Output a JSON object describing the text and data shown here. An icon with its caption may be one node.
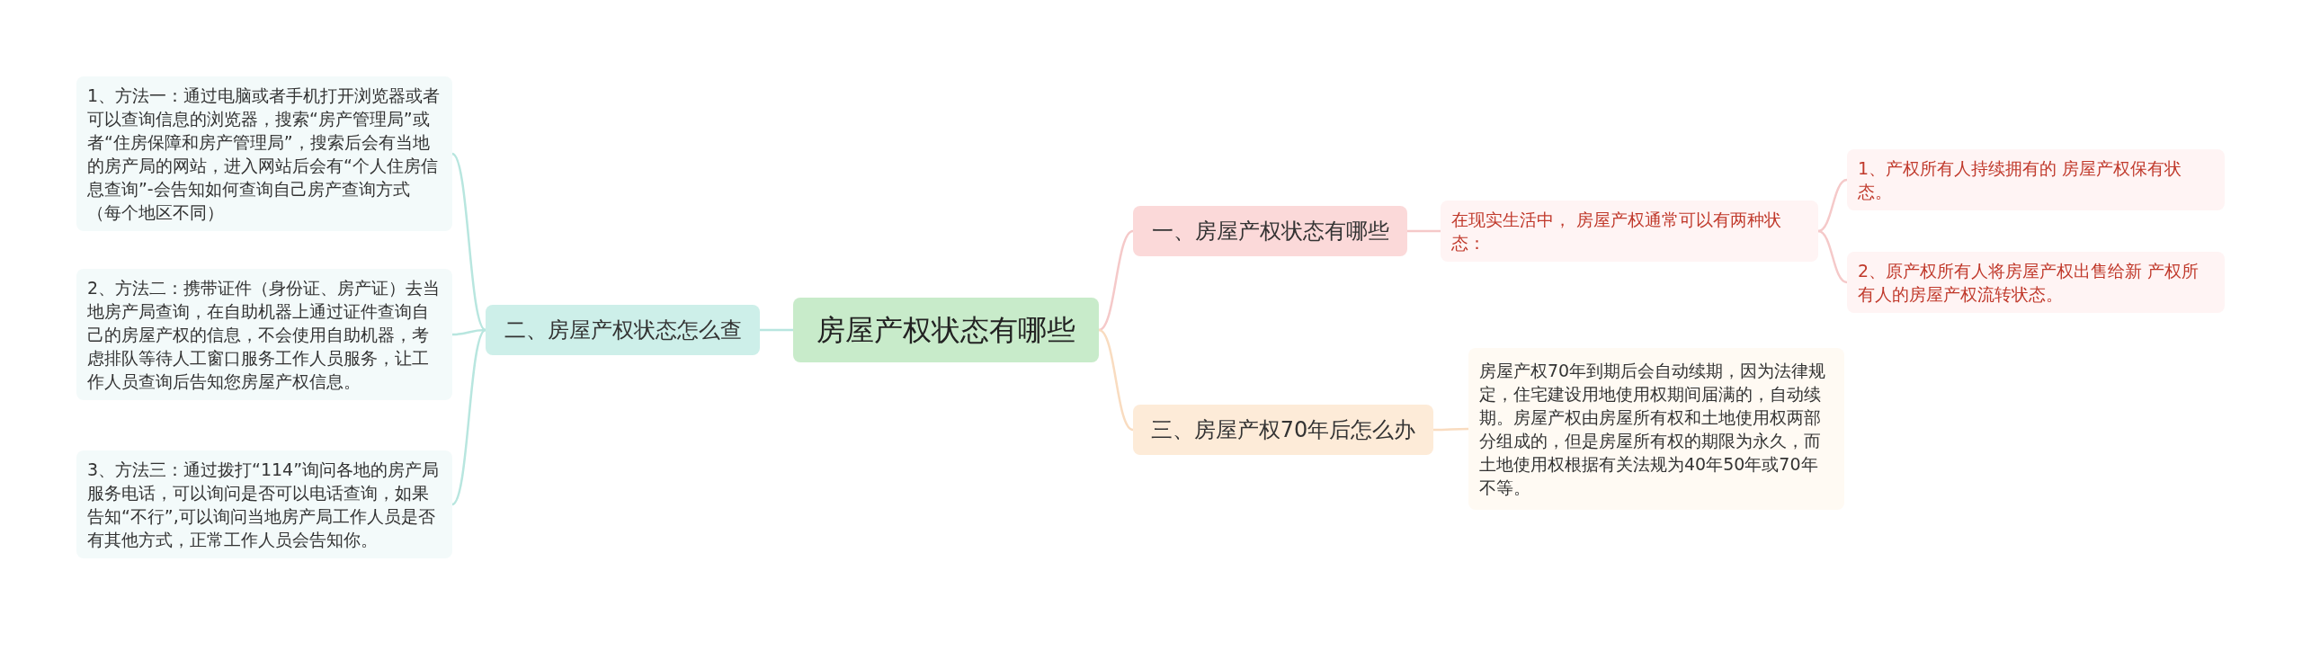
{
  "diagram": {
    "nodes": [
      {
        "text": [
          "房屋产权状态有哪些"
        ]
      },
      {
        "text": [
          "一、房屋产权状态有哪些"
        ]
      },
      {
        "text": [
          "在现实生活中， 房屋产权通常可以有两种状态："
        ]
      },
      {
        "text": [
          "1、产权所有人持续拥有的 房屋产权保有状态。"
        ]
      },
      {
        "text": [
          "2、原产权所有人将房屋产权出售给新 产权所有人的房屋产权流转状态。"
        ]
      },
      {
        "text": [
          "三、房屋产权70年后怎么办"
        ]
      },
      {
        "text": [
          "房屋产权70年到期后会自动续期，因为法律规定，住宅建设用地使用权期间届满的，自动续期。房屋产权由房屋所有权和土地使用权两部分组成的，但是房屋所有权的期限为永久，而土地使用权根据有关法规为40年50年或70年不等。"
        ]
      },
      {
        "text": [
          "二、房屋产权状态怎么查"
        ]
      },
      {
        "text": [
          "1、方法一：通过电脑或者手机打开浏览器或者可以查询信息的浏览器，搜索“房产管理局”或者“住房保障和房产管理局”，搜索后会有当地的房产局的网站，进入网站后会有“个人住房信息查询”-会告知如何查询自己房产查询方式（每个地区不同）"
        ]
      },
      {
        "text": [
          "2、方法二：携带证件（身份证、房产证）去当地房产局查询，在自助机器上通过证件查询自己的房屋产权的信息，不会使用自助机器，考虑排队等待人工窗口服务工作人员服务，让工作人员查询后告知您房屋产权信息。"
        ]
      },
      {
        "text": [
          "3、方法三：通过拨打“114”询问各地的房产局服务电话，可以询问是否可以电话查询，如果告知“不行”,可以询问当地房产局工作人员是否有其他方式，正常工作人员会告知你。"
        ]
      }
    ],
    "edges": [
      {
        "from": 0,
        "to": 1,
        "arrow": "none",
        "color": "#f5c9c9"
      },
      {
        "from": 1,
        "to": 2,
        "arrow": "none",
        "color": "#f5c9c9"
      },
      {
        "from": 2,
        "to": 3,
        "arrow": "none",
        "color": "#f5c9c9"
      },
      {
        "from": 2,
        "to": 4,
        "arrow": "none",
        "color": "#f5c9c9"
      },
      {
        "from": 0,
        "to": 5,
        "arrow": "none",
        "color": "#f9dcc0"
      },
      {
        "from": 5,
        "to": 6,
        "arrow": "none",
        "color": "#f9dcc0"
      },
      {
        "from": 0,
        "to": 7,
        "arrow": "none",
        "color": "#b8e6df"
      },
      {
        "from": 7,
        "to": 8,
        "arrow": "none",
        "color": "#b8e6df"
      },
      {
        "from": 7,
        "to": 9,
        "arrow": "none",
        "color": "#b8e6df"
      },
      {
        "from": 7,
        "to": 10,
        "arrow": "none",
        "color": "#b8e6df"
      }
    ]
  }
}
